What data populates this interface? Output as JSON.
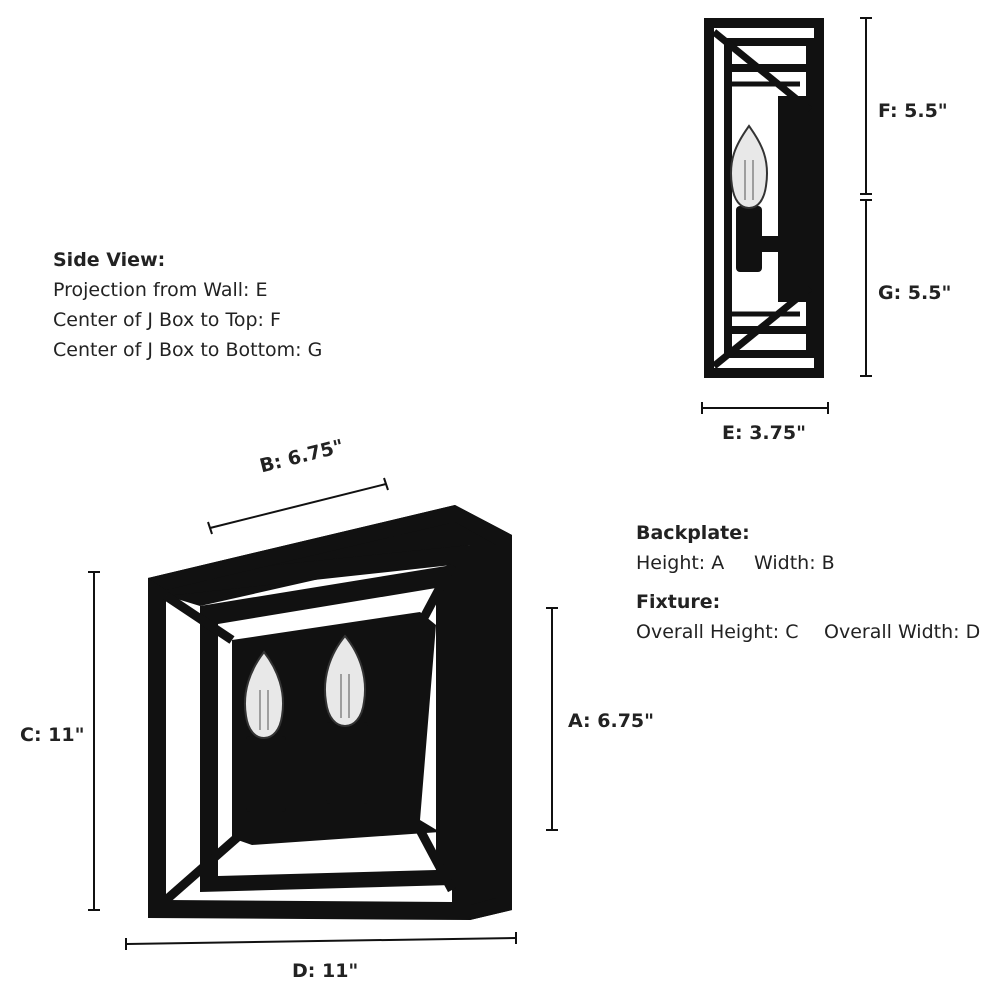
{
  "side_view": {
    "heading": "Side View:",
    "lines": [
      "Projection from Wall: E",
      "Center of J Box to Top: F",
      "Center of J Box to Bottom: G"
    ]
  },
  "legend": {
    "backplate_heading": "Backplate:",
    "backplate_height": "Height: A",
    "backplate_width": "Width: B",
    "fixture_heading": "Fixture:",
    "fixture_height": "Overall Height: C",
    "fixture_width": "Overall Width: D"
  },
  "dimensions": {
    "A": "A: 6.75\"",
    "B": "B: 6.75\"",
    "C": "C: 11\"",
    "D": "D: 11\"",
    "E": "E: 3.75\"",
    "F": "F: 5.5\"",
    "G": "G: 5.5\""
  },
  "colors": {
    "fixture": "#111111",
    "text": "#222222",
    "bulb_glass": "#e8e8e8"
  }
}
